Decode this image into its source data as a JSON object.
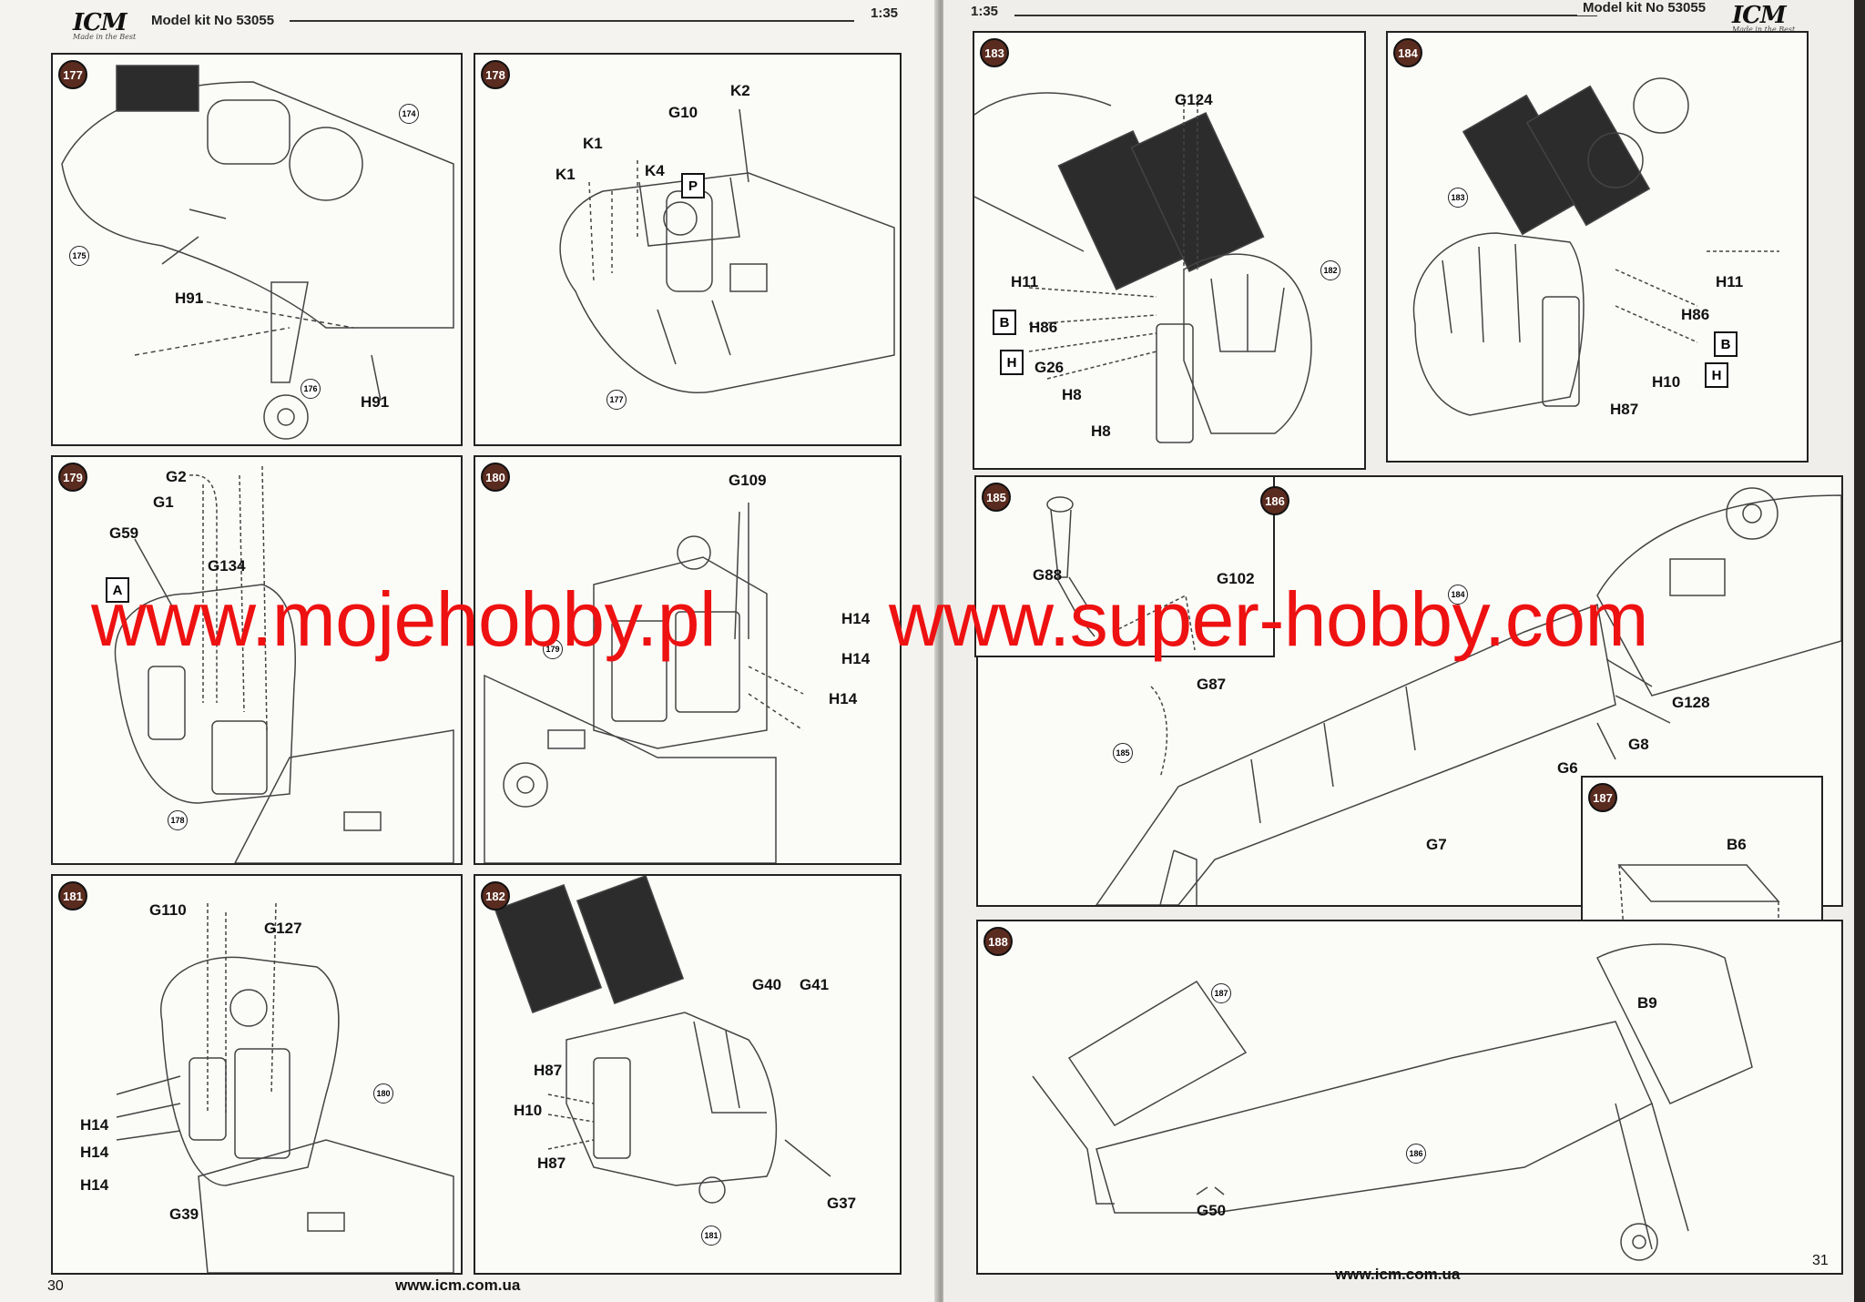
{
  "left_page": {
    "header": {
      "kit_label": "Model kit No 53055",
      "scale": "1:35"
    },
    "logo": {
      "mark": "ICM",
      "tagline": "Made in the Best"
    },
    "footer": {
      "url": "www.icm.com.ua",
      "page_number": "30"
    }
  },
  "right_page": {
    "header": {
      "kit_label": "Model kit No 53055",
      "scale": "1:35"
    },
    "logo": {
      "mark": "ICM",
      "tagline": "Made in the Best"
    },
    "footer": {
      "url": "www.icm.com.ua",
      "page_number": "31"
    }
  },
  "steps": {
    "s177": {
      "num": "177",
      "refs": [
        "174",
        "175",
        "176"
      ],
      "parts": [
        "H91",
        "H91"
      ]
    },
    "s178": {
      "num": "178",
      "refs": [
        "177"
      ],
      "parts": [
        "K2",
        "G10",
        "K1",
        "K1",
        "K4"
      ],
      "box": "P"
    },
    "s179": {
      "num": "179",
      "refs": [
        "178"
      ],
      "parts": [
        "G2",
        "G1",
        "G59",
        "G134"
      ],
      "box": "A"
    },
    "s180": {
      "num": "180",
      "refs": [
        "179"
      ],
      "parts": [
        "G109",
        "H14",
        "H14",
        "H14"
      ]
    },
    "s181": {
      "num": "181",
      "refs": [
        "180"
      ],
      "parts": [
        "G110",
        "G127",
        "H14",
        "H14",
        "H14",
        "G39"
      ]
    },
    "s182": {
      "num": "182",
      "refs": [
        "181"
      ],
      "parts": [
        "G40",
        "G41",
        "H87",
        "H10",
        "H87",
        "G37"
      ]
    },
    "s183": {
      "num": "183",
      "refs": [
        "182"
      ],
      "parts": [
        "G124",
        "H11",
        "H86",
        "G26",
        "H8",
        "H8"
      ],
      "boxes": [
        "B",
        "H"
      ]
    },
    "s184": {
      "num": "184",
      "refs": [
        "183"
      ],
      "parts": [
        "H11",
        "H86",
        "H10",
        "H87"
      ],
      "boxes": [
        "B",
        "H"
      ]
    },
    "s185": {
      "num": "185",
      "parts": [
        "G88",
        "G102"
      ]
    },
    "s186": {
      "num": "186",
      "refs": [
        "184",
        "185"
      ],
      "parts": [
        "G87",
        "G128",
        "G8",
        "G6",
        "G7"
      ]
    },
    "s187": {
      "num": "187",
      "parts": [
        "B6",
        "B9"
      ]
    },
    "s188": {
      "num": "188",
      "refs": [
        "187",
        "186"
      ],
      "parts": [
        "G50"
      ]
    }
  },
  "watermark": {
    "left": "www.mojehobby.pl",
    "right": "www.super-hobby.com"
  },
  "colors": {
    "step_badge": "#5a2b1f",
    "watermark": "#ee1111",
    "paper": "#f4f3ef"
  }
}
